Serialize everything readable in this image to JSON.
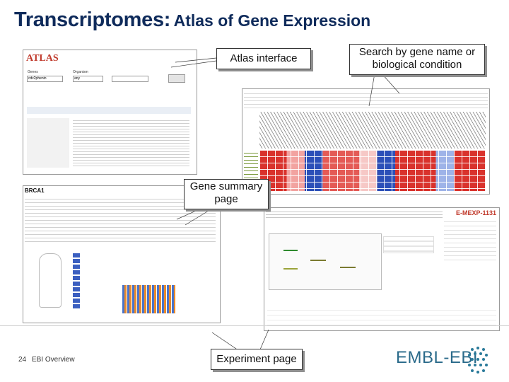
{
  "title": {
    "part1": "Transcriptomes:",
    "part2": "Atlas of Gene Expression"
  },
  "callouts": {
    "atlas_interface": "Atlas interface",
    "search": "Search by gene name or biological condition",
    "gene_summary": "Gene summary page",
    "experiment": "Experiment page"
  },
  "atlas_shot": {
    "logo": "ATLAS",
    "gene_label": "Genes",
    "search_value": "cdx2phenin",
    "org_label": "Organism",
    "org_value": "any"
  },
  "brca_shot": {
    "gene": "BRCA1"
  },
  "experiment_shot": {
    "accession": "E-MEXP-1131"
  },
  "footer": {
    "page_number": "24",
    "text": "EBI Overview",
    "logo": "EMBL-EBI"
  },
  "colors": {
    "title": "#0f2b5b",
    "logo": "#2a6a8a",
    "heat_red": "#d9322c",
    "heat_blue": "#2b4fb8"
  }
}
